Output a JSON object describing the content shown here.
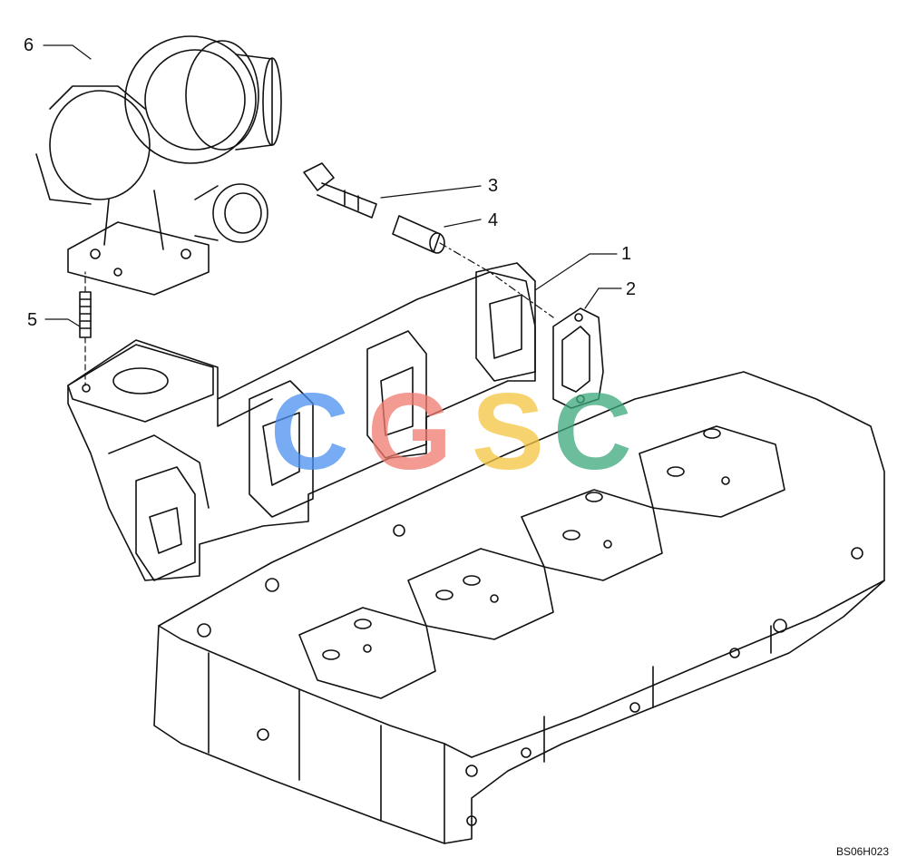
{
  "callouts": [
    {
      "id": "1",
      "label": "1"
    },
    {
      "id": "2",
      "label": "2"
    },
    {
      "id": "3",
      "label": "3"
    },
    {
      "id": "4",
      "label": "4"
    },
    {
      "id": "5",
      "label": "5"
    },
    {
      "id": "6",
      "label": "6"
    }
  ],
  "figure_code": "BS06H023",
  "watermark": {
    "letters": [
      "C",
      "G",
      "S",
      "C"
    ],
    "colors": [
      "#4a8ff0",
      "#f07a6e",
      "#f5c540",
      "#3aa87a"
    ]
  }
}
